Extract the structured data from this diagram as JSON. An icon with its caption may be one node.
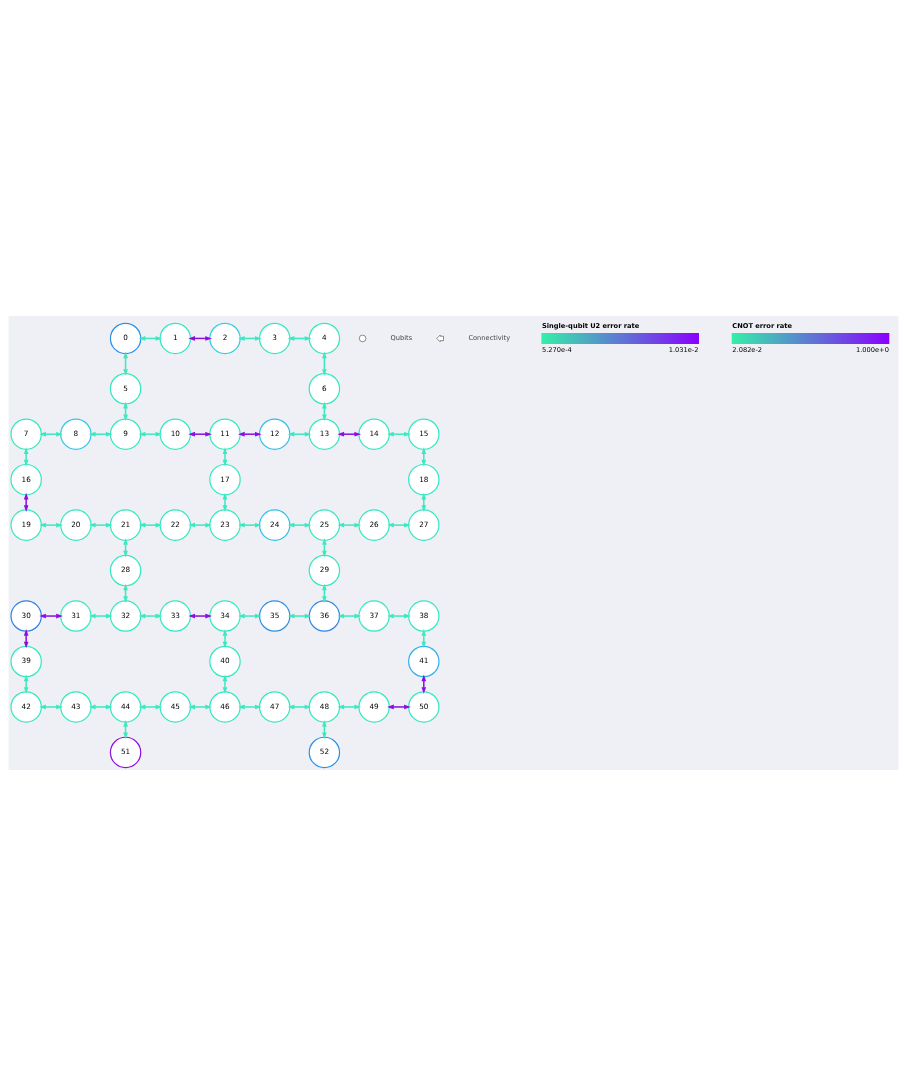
{
  "diagram": {
    "nodes": [
      {
        "text": [
          "0"
        ]
      },
      {
        "text": [
          "1"
        ]
      },
      {
        "text": [
          "2"
        ]
      },
      {
        "text": [
          "3"
        ]
      },
      {
        "text": [
          "4"
        ]
      },
      {
        "text": [
          "5"
        ]
      },
      {
        "text": [
          "6"
        ]
      },
      {
        "text": [
          "7"
        ]
      },
      {
        "text": [
          "8"
        ]
      },
      {
        "text": [
          "9"
        ]
      },
      {
        "text": [
          "10"
        ]
      },
      {
        "text": [
          "11"
        ]
      },
      {
        "text": [
          "12"
        ]
      },
      {
        "text": [
          "13"
        ]
      },
      {
        "text": [
          "14"
        ]
      },
      {
        "text": [
          "15"
        ]
      },
      {
        "text": [
          "16"
        ]
      },
      {
        "text": [
          "17"
        ]
      },
      {
        "text": [
          "18"
        ]
      },
      {
        "text": [
          "19"
        ]
      },
      {
        "text": [
          "20"
        ]
      },
      {
        "text": [
          "21"
        ]
      },
      {
        "text": [
          "22"
        ]
      },
      {
        "text": [
          "23"
        ]
      },
      {
        "text": [
          "24"
        ]
      },
      {
        "text": [
          "25"
        ]
      },
      {
        "text": [
          "26"
        ]
      },
      {
        "text": [
          "27"
        ]
      },
      {
        "text": [
          "28"
        ]
      },
      {
        "text": [
          "29"
        ]
      },
      {
        "text": [
          "30"
        ]
      },
      {
        "text": [
          "31"
        ]
      },
      {
        "text": [
          "32"
        ]
      },
      {
        "text": [
          "33"
        ]
      },
      {
        "text": [
          "34"
        ]
      },
      {
        "text": [
          "35"
        ]
      },
      {
        "text": [
          "36"
        ]
      },
      {
        "text": [
          "37"
        ]
      },
      {
        "text": [
          "38"
        ]
      },
      {
        "text": [
          "39"
        ]
      },
      {
        "text": [
          "40"
        ]
      },
      {
        "text": [
          "41"
        ]
      },
      {
        "text": [
          "42"
        ]
      },
      {
        "text": [
          "43"
        ]
      },
      {
        "text": [
          "44"
        ]
      },
      {
        "text": [
          "45"
        ]
      },
      {
        "text": [
          "46"
        ]
      },
      {
        "text": [
          "47"
        ]
      },
      {
        "text": [
          "48"
        ]
      },
      {
        "text": [
          "49"
        ]
      },
      {
        "text": [
          "50"
        ]
      },
      {
        "text": [
          "51"
        ]
      },
      {
        "text": [
          "52"
        ]
      }
    ],
    "edges": [
      {
        "from": 0,
        "to": 1,
        "arrow": "both"
      },
      {
        "from": 1,
        "to": 2,
        "arrow": "both",
        "color": "#8a10e0"
      },
      {
        "from": 2,
        "to": 3,
        "arrow": "both"
      },
      {
        "from": 3,
        "to": 4,
        "arrow": "both"
      },
      {
        "from": 0,
        "to": 5,
        "arrow": "both"
      },
      {
        "from": 4,
        "to": 6,
        "arrow": "both"
      },
      {
        "from": 5,
        "to": 9,
        "arrow": "both"
      },
      {
        "from": 6,
        "to": 13,
        "arrow": "both"
      },
      {
        "from": 7,
        "to": 8,
        "arrow": "both"
      },
      {
        "from": 8,
        "to": 9,
        "arrow": "both"
      },
      {
        "from": 9,
        "to": 10,
        "arrow": "both"
      },
      {
        "from": 10,
        "to": 11,
        "arrow": "both",
        "color": "#8a10e0"
      },
      {
        "from": 11,
        "to": 12,
        "arrow": "both",
        "color": "#8a10e0"
      },
      {
        "from": 12,
        "to": 13,
        "arrow": "both"
      },
      {
        "from": 13,
        "to": 14,
        "arrow": "both",
        "color": "#8a10e0"
      },
      {
        "from": 14,
        "to": 15,
        "arrow": "both"
      },
      {
        "from": 7,
        "to": 16,
        "arrow": "both"
      },
      {
        "from": 11,
        "to": 17,
        "arrow": "both"
      },
      {
        "from": 15,
        "to": 18,
        "arrow": "both"
      },
      {
        "from": 16,
        "to": 19,
        "arrow": "both",
        "color": "#8a10e0"
      },
      {
        "from": 17,
        "to": 23,
        "arrow": "both"
      },
      {
        "from": 18,
        "to": 27,
        "arrow": "both"
      },
      {
        "from": 19,
        "to": 20,
        "arrow": "both"
      },
      {
        "from": 20,
        "to": 21,
        "arrow": "both"
      },
      {
        "from": 21,
        "to": 22,
        "arrow": "both"
      },
      {
        "from": 22,
        "to": 23,
        "arrow": "both"
      },
      {
        "from": 23,
        "to": 24,
        "arrow": "both"
      },
      {
        "from": 24,
        "to": 25,
        "arrow": "both"
      },
      {
        "from": 25,
        "to": 26,
        "arrow": "both"
      },
      {
        "from": 26,
        "to": 27,
        "arrow": "both"
      },
      {
        "from": 21,
        "to": 28,
        "arrow": "both"
      },
      {
        "from": 25,
        "to": 29,
        "arrow": "both"
      },
      {
        "from": 28,
        "to": 32,
        "arrow": "both"
      },
      {
        "from": 29,
        "to": 36,
        "arrow": "both"
      },
      {
        "from": 30,
        "to": 31,
        "arrow": "both",
        "color": "#8a10e0"
      },
      {
        "from": 31,
        "to": 32,
        "arrow": "both"
      },
      {
        "from": 32,
        "to": 33,
        "arrow": "both"
      },
      {
        "from": 33,
        "to": 34,
        "arrow": "both",
        "color": "#8a10e0"
      },
      {
        "from": 34,
        "to": 35,
        "arrow": "both"
      },
      {
        "from": 35,
        "to": 36,
        "arrow": "both"
      },
      {
        "from": 36,
        "to": 37,
        "arrow": "both"
      },
      {
        "from": 37,
        "to": 38,
        "arrow": "both"
      },
      {
        "from": 30,
        "to": 39,
        "arrow": "both",
        "color": "#8a10e0"
      },
      {
        "from": 34,
        "to": 40,
        "arrow": "both"
      },
      {
        "from": 38,
        "to": 41,
        "arrow": "both"
      },
      {
        "from": 39,
        "to": 42,
        "arrow": "both"
      },
      {
        "from": 40,
        "to": 46,
        "arrow": "both"
      },
      {
        "from": 41,
        "to": 50,
        "arrow": "both",
        "color": "#8a10e0"
      },
      {
        "from": 42,
        "to": 43,
        "arrow": "both"
      },
      {
        "from": 43,
        "to": 44,
        "arrow": "both"
      },
      {
        "from": 44,
        "to": 45,
        "arrow": "both"
      },
      {
        "from": 45,
        "to": 46,
        "arrow": "both"
      },
      {
        "from": 46,
        "to": 47,
        "arrow": "both"
      },
      {
        "from": 47,
        "to": 48,
        "arrow": "both"
      },
      {
        "from": 48,
        "to": 49,
        "arrow": "both"
      },
      {
        "from": 49,
        "to": 50,
        "arrow": "both",
        "color": "#8a10e0"
      },
      {
        "from": 44,
        "to": 51,
        "arrow": "both"
      },
      {
        "from": 48,
        "to": 52,
        "arrow": "both"
      }
    ],
    "labels": [
      "Single-qubit U2 error rate",
      "5.270e-4",
      "1.031e-2",
      "CNOT error rate",
      "2.082e-2",
      "1.000e+0"
    ],
    "legend": [
      {
        "text": "Qubits"
      },
      {
        "text": "Connectivity"
      }
    ]
  }
}
